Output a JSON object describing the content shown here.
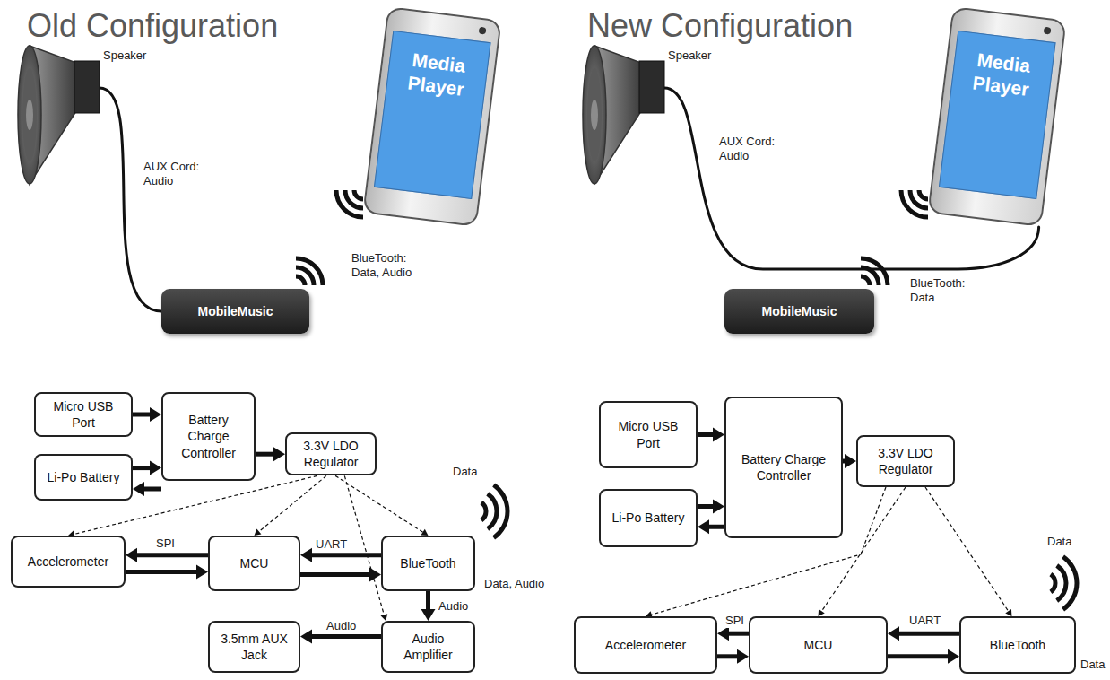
{
  "diagram": {
    "nodes": [
      {
        "text": [
          "Speaker"
        ]
      },
      {
        "text": [
          "Media Player"
        ]
      },
      {
        "text": [
          "MobileMusic"
        ]
      },
      {
        "text": [
          "Speaker"
        ]
      },
      {
        "text": [
          "Media Player"
        ]
      },
      {
        "text": [
          "MobileMusic"
        ]
      },
      {
        "text": [
          "Micro USB Port"
        ]
      },
      {
        "text": [
          "Li-Po Battery"
        ]
      },
      {
        "text": [
          "Battery Charge Controller"
        ]
      },
      {
        "text": [
          "3.3V LDO Regulator"
        ]
      },
      {
        "text": [
          "Accelerometer"
        ]
      },
      {
        "text": [
          "MCU"
        ]
      },
      {
        "text": [
          "BlueTooth"
        ]
      },
      {
        "text": [
          "3.5mm AUX Jack"
        ]
      },
      {
        "text": [
          "Audio Amplifier"
        ]
      },
      {
        "text": [
          "Micro USB Port"
        ]
      },
      {
        "text": [
          "Li-Po Battery"
        ]
      },
      {
        "text": [
          "Battery Charge Controller"
        ]
      },
      {
        "text": [
          "3.3V LDO Regulator"
        ]
      },
      {
        "text": [
          "Accelerometer"
        ]
      },
      {
        "text": [
          "MCU"
        ]
      },
      {
        "text": [
          "BlueTooth"
        ]
      }
    ],
    "edges": [
      {
        "from": 0,
        "to": 2,
        "arrow": "none",
        "label": "AUX Cord: Audio"
      },
      {
        "from": 3,
        "to": 4,
        "arrow": "none",
        "label": "AUX Cord: Audio"
      },
      {
        "from": 6,
        "to": 8,
        "arrow": "to"
      },
      {
        "from": 7,
        "to": 8,
        "arrow": "to"
      },
      {
        "from": 8,
        "to": 7,
        "arrow": "to"
      },
      {
        "from": 8,
        "to": 9,
        "arrow": "to"
      },
      {
        "from": 9,
        "to": 10,
        "arrow": "to"
      },
      {
        "from": 9,
        "to": 11,
        "arrow": "to"
      },
      {
        "from": 9,
        "to": 12,
        "arrow": "to"
      },
      {
        "from": 9,
        "to": 14,
        "arrow": "to"
      },
      {
        "from": 11,
        "to": 10,
        "arrow": "to",
        "label": "SPI"
      },
      {
        "from": 10,
        "to": 11,
        "arrow": "to"
      },
      {
        "from": 12,
        "to": 11,
        "arrow": "to",
        "label": "UART"
      },
      {
        "from": 11,
        "to": 12,
        "arrow": "to"
      },
      {
        "from": 12,
        "to": 14,
        "arrow": "to",
        "label": "Audio"
      },
      {
        "from": 14,
        "to": 13,
        "arrow": "to",
        "label": "Audio"
      },
      {
        "from": 15,
        "to": 17,
        "arrow": "to"
      },
      {
        "from": 16,
        "to": 17,
        "arrow": "to"
      },
      {
        "from": 17,
        "to": 16,
        "arrow": "to"
      },
      {
        "from": 17,
        "to": 18,
        "arrow": "to"
      },
      {
        "from": 18,
        "to": 19,
        "arrow": "to"
      },
      {
        "from": 18,
        "to": 20,
        "arrow": "to"
      },
      {
        "from": 18,
        "to": 21,
        "arrow": "to"
      },
      {
        "from": 20,
        "to": 19,
        "arrow": "to",
        "label": "SPI"
      },
      {
        "from": 19,
        "to": 20,
        "arrow": "to"
      },
      {
        "from": 21,
        "to": 20,
        "arrow": "to",
        "label": "UART"
      },
      {
        "from": 20,
        "to": 21,
        "arrow": "to"
      }
    ],
    "labels": [
      "Old Configuration",
      "New Configuration",
      "BlueTooth: Data, Audio",
      "BlueTooth: Data",
      "Data",
      "Data, Audio",
      "Data",
      "Data"
    ]
  }
}
